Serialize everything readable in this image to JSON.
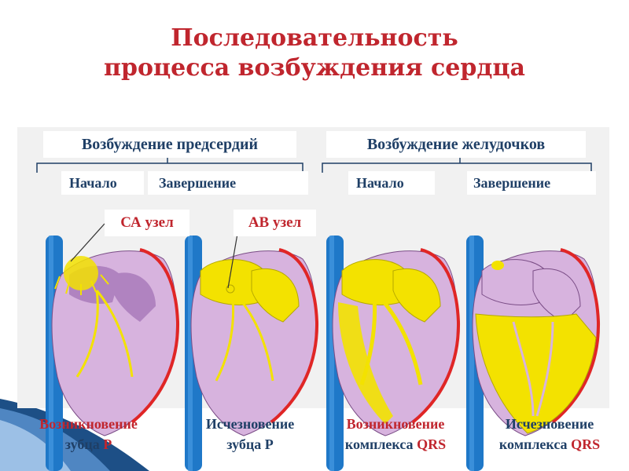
{
  "title": {
    "line1": "Последовательность",
    "line2": "процесса возбуждения сердца"
  },
  "phases": {
    "atria": "Возбуждение предсердий",
    "ventricles": "Возбуждение желудочков"
  },
  "subphases": {
    "atria_start": "Начало",
    "atria_end": "Завершение",
    "ventricles_start": "Начало",
    "ventricles_end": "Завершение"
  },
  "nodes": {
    "sa": "СА узел",
    "av": "АВ узел"
  },
  "captions": [
    {
      "line1": "Возникновение",
      "line2a": "зубца ",
      "line2b": "P"
    },
    {
      "line1": "Исчезновение",
      "line2a": "зубца Р",
      "line2b": ""
    },
    {
      "line1": "Возникновение",
      "line2a": "комплекса ",
      "line2b": "QRS"
    },
    {
      "line1": "Исчезновение",
      "line2a": "комплекса ",
      "line2b": "QRS"
    }
  ],
  "colors": {
    "title": "#c0262e",
    "text": "#1f3f66",
    "excited": "#f3e200",
    "tissue": "#d7b3de",
    "vessel": "#1f78c8",
    "epicardium": "#e02626"
  }
}
